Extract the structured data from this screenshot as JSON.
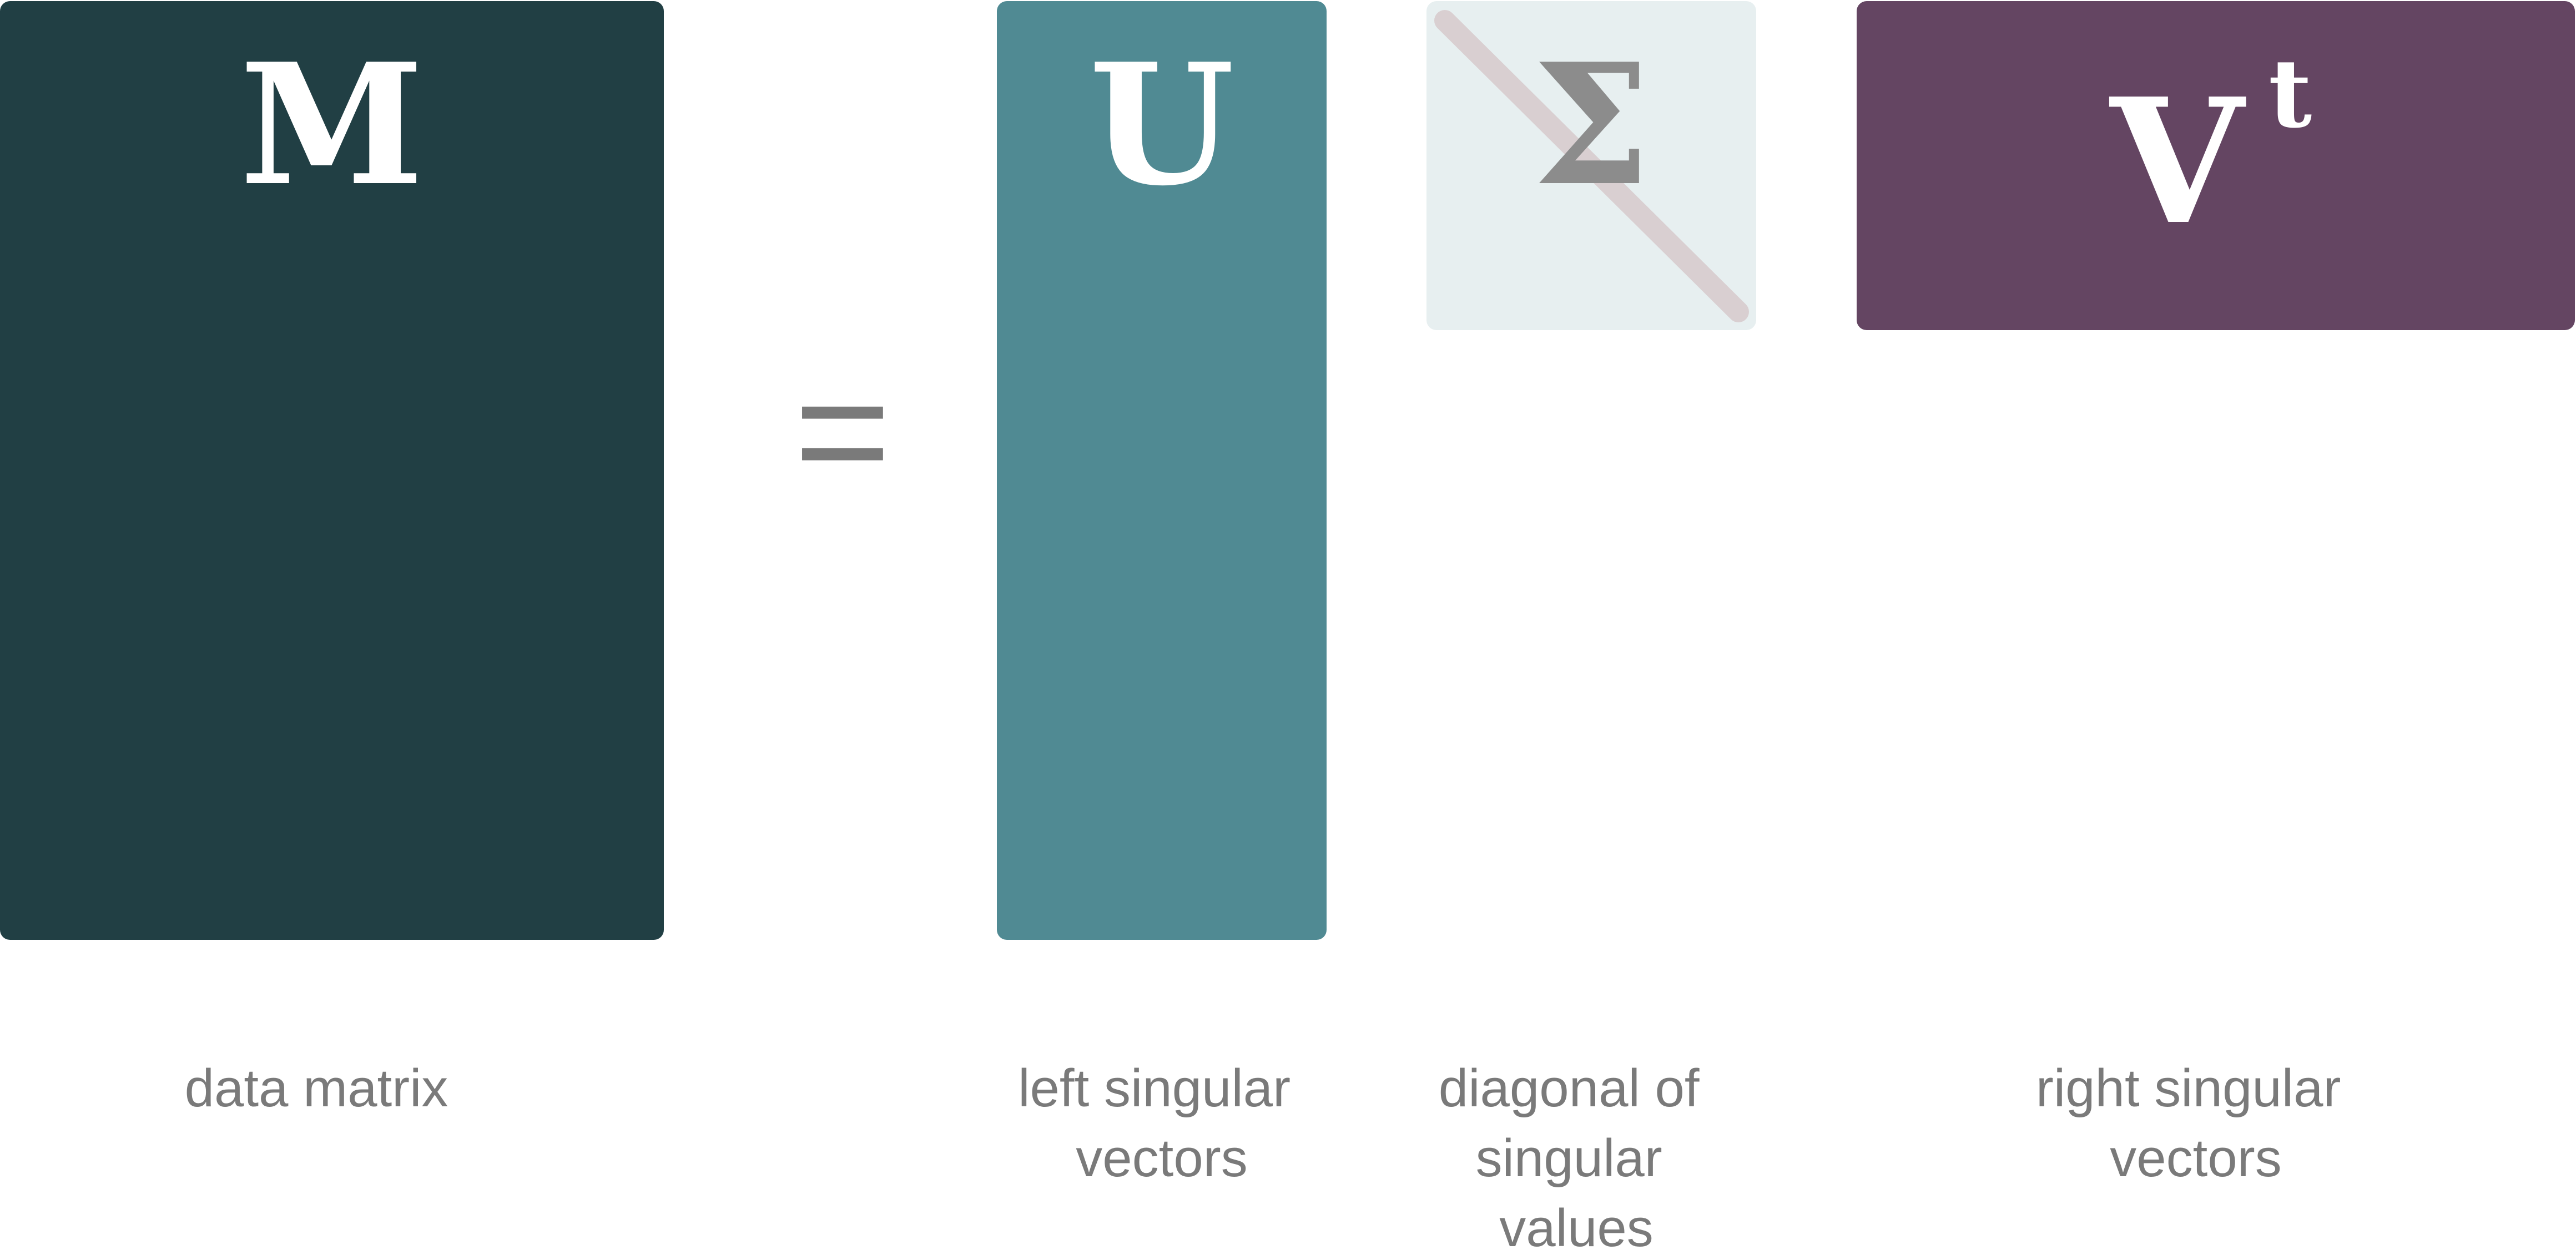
{
  "equation": {
    "equals_sign": "="
  },
  "matrices": [
    {
      "id": "M",
      "symbol": "M",
      "superscript": "",
      "caption_lines": [
        "data matrix"
      ],
      "fill_color": "#213f44",
      "text_color": "#ffffff"
    },
    {
      "id": "U",
      "symbol": "U",
      "superscript": "",
      "caption_lines": [
        "left singular",
        "vectors"
      ],
      "fill_color": "#508a93",
      "text_color": "#ffffff"
    },
    {
      "id": "Sigma",
      "symbol": "Σ",
      "superscript": "",
      "caption_lines": [
        "diagonal of",
        "singular",
        "values"
      ],
      "fill_color": "#e7eff0",
      "text_color": "#8c8c8c",
      "diagonal_color": "#d9cfd1"
    },
    {
      "id": "Vt",
      "symbol": "V",
      "superscript": "t",
      "caption_lines": [
        "right singular",
        "vectors"
      ],
      "fill_color": "#644562",
      "text_color": "#ffffff"
    }
  ],
  "colors": {
    "equals": "#7a7a7a",
    "caption": "#7a7a7a"
  }
}
